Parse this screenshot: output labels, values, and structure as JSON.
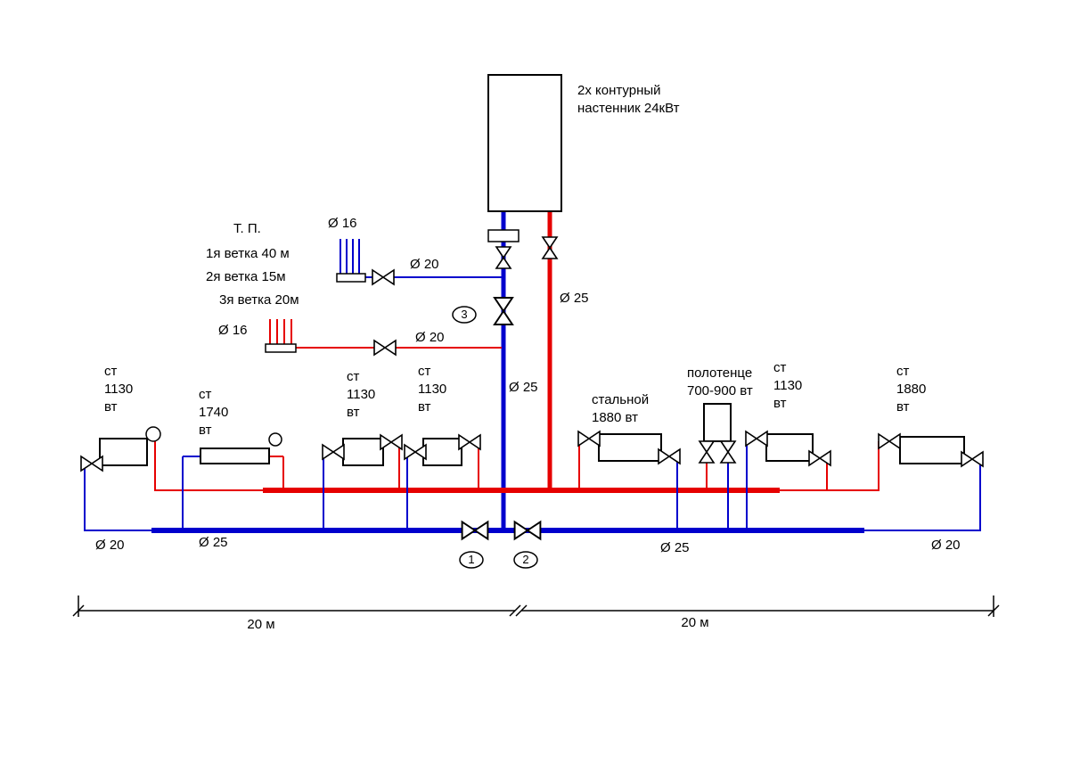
{
  "boiler": {
    "label": "2х контурный\nнастенник 24кВт"
  },
  "floor_heating": {
    "title": "Т. П.",
    "branches": [
      "1я ветка 40 м",
      "2я ветка 15м",
      "3я ветка 20м"
    ],
    "return_manifold_dia": "Ø 16",
    "return_line_dia": "Ø 20",
    "supply_manifold_dia": "Ø 16",
    "supply_line_dia": "Ø 20"
  },
  "risers": {
    "supply_dia": "Ø 25",
    "return_dia": "Ø 25"
  },
  "radiators": [
    {
      "label": "ст\n1130\nвт"
    },
    {
      "label": "ст\n1740\nвт"
    },
    {
      "label": "ст\n1130\nвт"
    },
    {
      "label": "ст\n1130\nвт"
    },
    {
      "label": "стальной\n1880 вт"
    },
    {
      "label": "полотенце\n700-900 вт"
    },
    {
      "label": "ст\n1130\nвт"
    },
    {
      "label": "ст\n1880\nвт"
    }
  ],
  "mains": {
    "left_end_dia": "Ø 20",
    "left_dia": "Ø 25",
    "right_dia": "Ø 25",
    "right_end_dia": "Ø 20"
  },
  "valve_tags": [
    "1",
    "2",
    "3"
  ],
  "dimensions": {
    "left_span": "20 м",
    "right_span": "20 м"
  },
  "colors": {
    "supply": "#e60000",
    "return": "#0000cd",
    "outline": "#000000",
    "background": "#ffffff"
  }
}
